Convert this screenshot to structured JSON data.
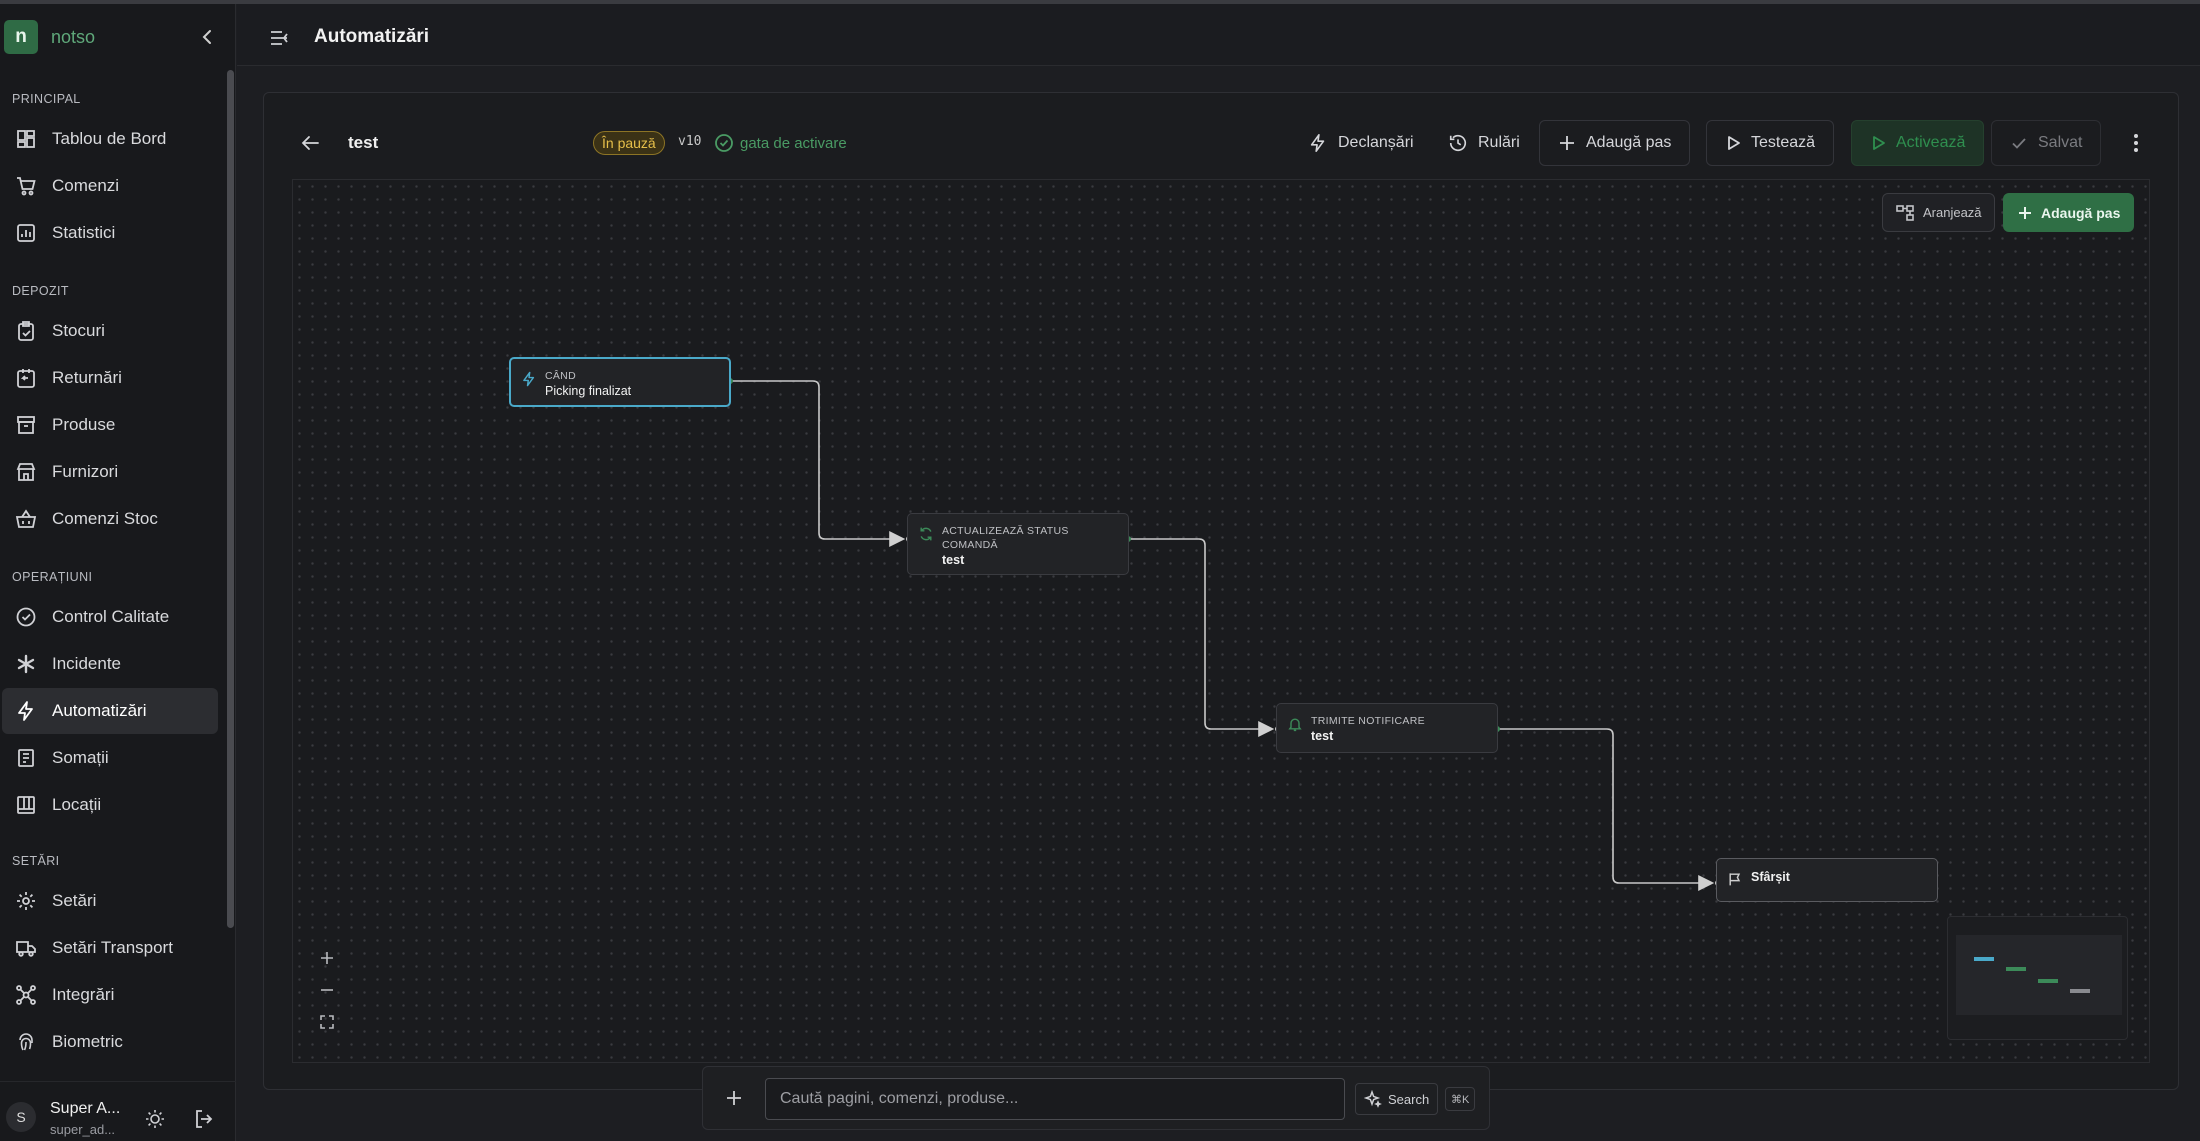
{
  "brand": {
    "logo_letter": "n",
    "name": "notso"
  },
  "sidebar": {
    "sections": [
      {
        "label": "PRINCIPAL",
        "items": [
          {
            "label": "Tablou de Bord",
            "icon": "dashboard-icon"
          },
          {
            "label": "Comenzi",
            "icon": "cart-icon"
          },
          {
            "label": "Statistici",
            "icon": "chart-icon"
          }
        ]
      },
      {
        "label": "DEPOZIT",
        "items": [
          {
            "label": "Stocuri",
            "icon": "clipboard-check-icon"
          },
          {
            "label": "Returnări",
            "icon": "return-icon"
          },
          {
            "label": "Produse",
            "icon": "archive-icon"
          },
          {
            "label": "Furnizori",
            "icon": "store-icon"
          },
          {
            "label": "Comenzi Stoc",
            "icon": "basket-icon"
          }
        ]
      },
      {
        "label": "OPERAȚIUNI",
        "items": [
          {
            "label": "Control Calitate",
            "icon": "badge-check-icon"
          },
          {
            "label": "Incidente",
            "icon": "asterisk-icon"
          },
          {
            "label": "Automatizări",
            "icon": "bolt-icon",
            "active": true
          },
          {
            "label": "Somații",
            "icon": "receipt-icon"
          },
          {
            "label": "Locații",
            "icon": "layout-icon"
          }
        ]
      },
      {
        "label": "SETĂRI",
        "items": [
          {
            "label": "Setări",
            "icon": "gear-icon"
          },
          {
            "label": "Setări Transport",
            "icon": "truck-icon"
          },
          {
            "label": "Integrări",
            "icon": "network-icon"
          },
          {
            "label": "Biometric",
            "icon": "fingerprint-icon"
          }
        ]
      }
    ]
  },
  "user": {
    "initial": "S",
    "name": "Super A...",
    "role": "super_ad..."
  },
  "header": {
    "title": "Automatizări"
  },
  "flow": {
    "name": "test",
    "status_badge": "În pauză",
    "version": "v10",
    "ready_text": "gata de activare"
  },
  "toolbar": {
    "triggers": "Declanșări",
    "runs": "Rulări",
    "add_step": "Adaugă pas",
    "test": "Testează",
    "activate": "Activează",
    "saved": "Salvat"
  },
  "canvas": {
    "arrange": "Aranjează",
    "add_step": "Adaugă pas",
    "nodes": [
      {
        "kind": "CÂND",
        "value": "Picking finalizat"
      },
      {
        "kind": "ACTUALIZEAZĂ STATUS COMANDĂ",
        "value": "test"
      },
      {
        "kind": "TRIMITE NOTIFICARE",
        "value": "test"
      },
      {
        "kind": "",
        "value": "Sfârșit"
      }
    ]
  },
  "bottom": {
    "search_placeholder": "Caută pagini, comenzi, produse...",
    "search_button": "Search",
    "shortcut": "⌘K"
  },
  "colors": {
    "accent_green": "#2f6f45",
    "trigger_blue": "#4aa9c9",
    "paused_amber": "#e6bf4a",
    "ready_green": "#4a9b64"
  }
}
